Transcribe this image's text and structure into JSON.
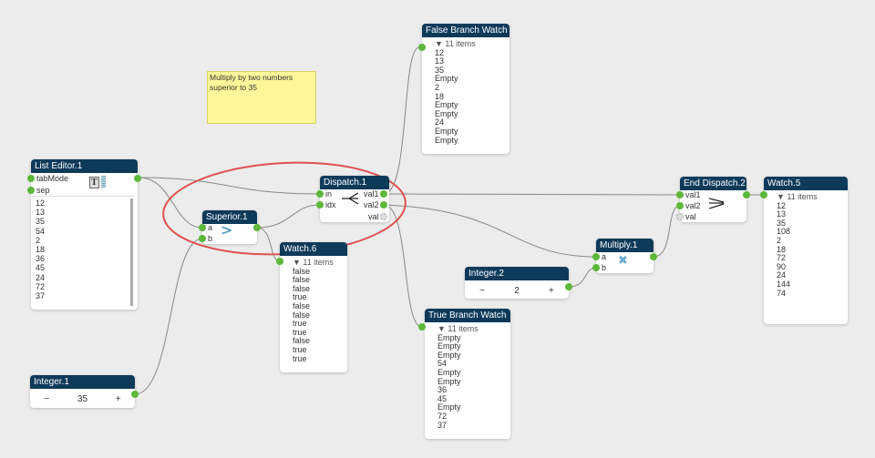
{
  "note": {
    "text": "Multiply by two numbers superior to 35"
  },
  "list_editor": {
    "title": "List Editor.1",
    "ports": [
      "tabMode",
      "sep"
    ],
    "items": [
      "12",
      "13",
      "35",
      "54",
      "2",
      "18",
      "36",
      "45",
      "24",
      "72",
      "37"
    ]
  },
  "superior": {
    "title": "Superior.1",
    "ports": [
      "a",
      "b"
    ],
    "symbol": ">"
  },
  "dispatch": {
    "title": "Dispatch.1",
    "inputs": [
      "in",
      "idx"
    ],
    "outputs": [
      "val1",
      "val2",
      "val"
    ]
  },
  "watch6": {
    "title": "Watch.6",
    "count": "▼ 11 items",
    "items": [
      "false",
      "false",
      "false",
      "true",
      "false",
      "false",
      "true",
      "true",
      "false",
      "true",
      "true"
    ]
  },
  "false_watch": {
    "title": "False Branch Watch",
    "count": "▼ 11 items",
    "items": [
      "12",
      "13",
      "35",
      "Empty",
      "2",
      "18",
      "Empty",
      "Empty",
      "24",
      "Empty",
      "Empty"
    ]
  },
  "true_watch": {
    "title": "True Branch Watch",
    "count": "▼ 11 items",
    "items": [
      "Empty",
      "Empty",
      "Empty",
      "54",
      "Empty",
      "Empty",
      "36",
      "45",
      "Empty",
      "72",
      "37"
    ]
  },
  "integer2": {
    "title": "Integer.2",
    "minus": "−",
    "value": "2",
    "plus": "+"
  },
  "integer1": {
    "title": "Integer.1",
    "minus": "−",
    "value": "35",
    "plus": "+"
  },
  "multiply": {
    "title": "Multiply.1",
    "ports": [
      "a",
      "b"
    ]
  },
  "end_dispatch": {
    "title": "End Dispatch.2",
    "inputs": [
      "val1",
      "val2",
      "val"
    ]
  },
  "watch5": {
    "title": "Watch.5",
    "count": "▼ 11 items",
    "items": [
      "12",
      "13",
      "35",
      "108",
      "2",
      "18",
      "72",
      "90",
      "24",
      "144",
      "74"
    ]
  },
  "colors": {
    "header": "#0e3a5a",
    "port": "#5cb83a",
    "highlight": "#e05050",
    "note": "#fff79a"
  }
}
